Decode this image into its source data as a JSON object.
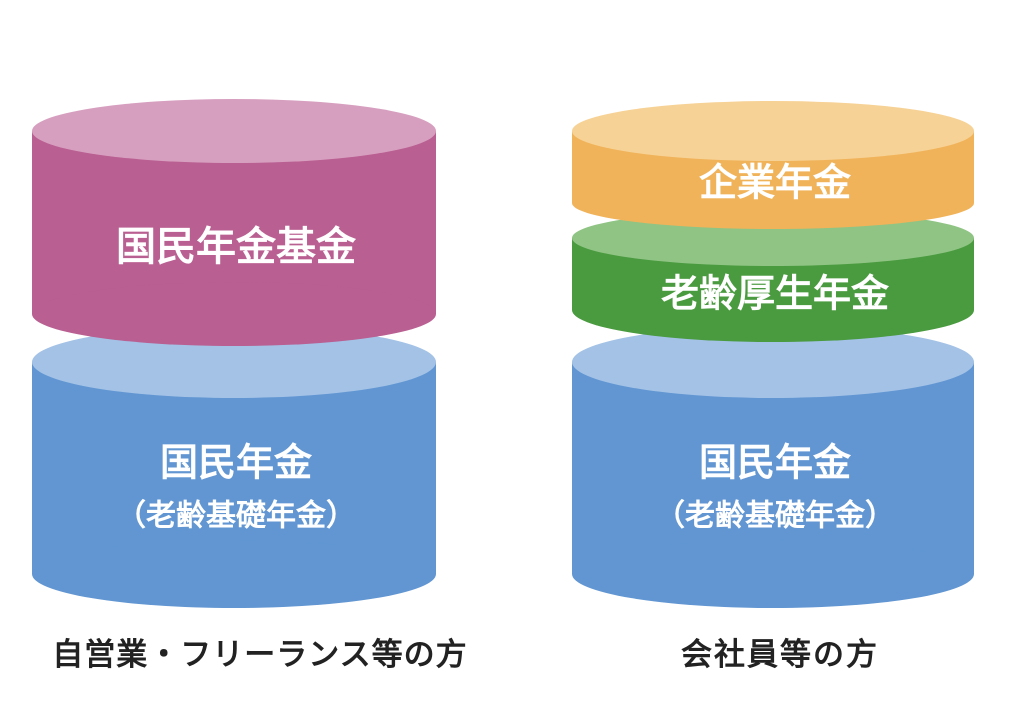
{
  "columns": [
    {
      "caption": "自営業・フリーランス等の方",
      "layers": [
        {
          "title": "国民年金基金",
          "subtitle": "",
          "colors": {
            "side": "#b95f91",
            "top": "#d79fbf"
          }
        },
        {
          "title": "国民年金",
          "subtitle": "（老齢基礎年金）",
          "colors": {
            "side": "#6196d2",
            "top": "#a3c2e6"
          }
        }
      ]
    },
    {
      "caption": "会社員等の方",
      "layers": [
        {
          "title": "企業年金",
          "subtitle": "",
          "colors": {
            "side": "#f0b35a",
            "top": "#f7d296"
          }
        },
        {
          "title": "老齢厚生年金",
          "subtitle": "",
          "colors": {
            "side": "#4a9a3f",
            "top": "#8fc484"
          }
        },
        {
          "title": "国民年金",
          "subtitle": "（老齢基礎年金）",
          "colors": {
            "side": "#6196d2",
            "top": "#a3c2e6"
          }
        }
      ]
    }
  ]
}
